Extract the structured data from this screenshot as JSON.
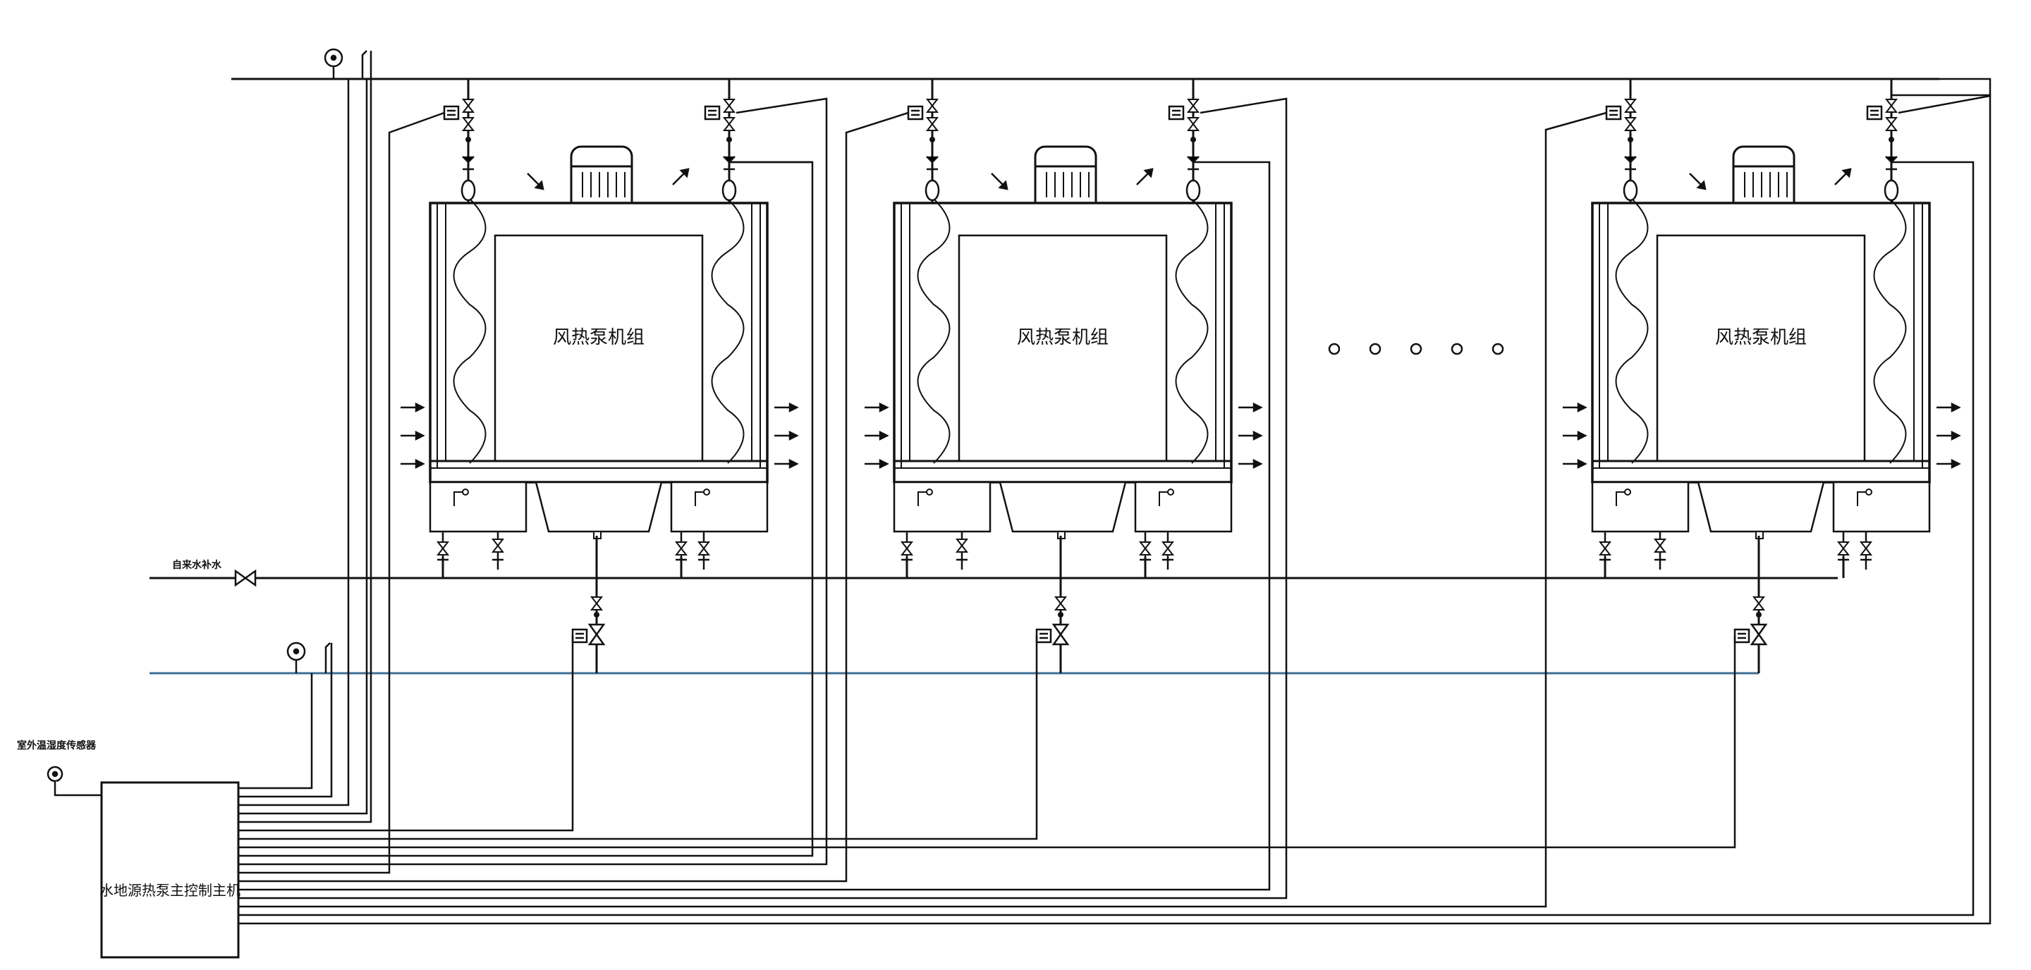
{
  "units": [
    {
      "label": "风热泵机组"
    },
    {
      "label": "风热泵机组"
    },
    {
      "label": "风热泵机组"
    }
  ],
  "continuation": {
    "glyph": "○ ○ ○ ○ ○"
  },
  "makeup_water": {
    "label": "自来水补水"
  },
  "outdoor_sensor": {
    "label": "室外温湿度传感器"
  },
  "controller": {
    "label": "水地源热泵主控制主机"
  },
  "colors": {
    "line": "#111111",
    "return_pipe": "#3d6f96",
    "background": "#ffffff"
  }
}
